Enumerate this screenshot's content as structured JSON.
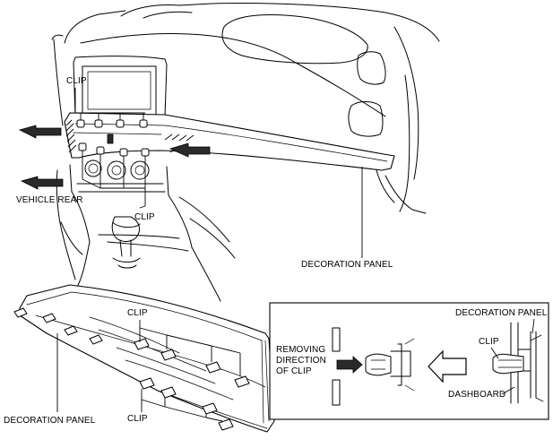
{
  "top_view": {
    "clip_upper_label": "CLIP",
    "clip_lower_label": "CLIP",
    "vehicle_rear_label": "VEHICLE REAR",
    "decoration_panel_label": "DECORATION PANEL",
    "arrow_icon": "pull-direction-arrow-icon"
  },
  "panel_view": {
    "clip_upper_label": "CLIP",
    "clip_lower_label": "CLIP",
    "decoration_panel_label": "DECORATION PANEL"
  },
  "detail_box": {
    "removing_line1": "REMOVING",
    "removing_line2": "DIRECTION",
    "removing_line3": "OF CLIP",
    "decoration_panel_label": "DECORATION PANEL",
    "clip_label": "CLIP",
    "dashboard_label": "DASHBOARD",
    "arrow_icon": "hollow-left-arrow-icon"
  },
  "colors": {
    "line": "#000000",
    "background": "#ffffff",
    "arrow_fill": "#2a2a2a"
  }
}
